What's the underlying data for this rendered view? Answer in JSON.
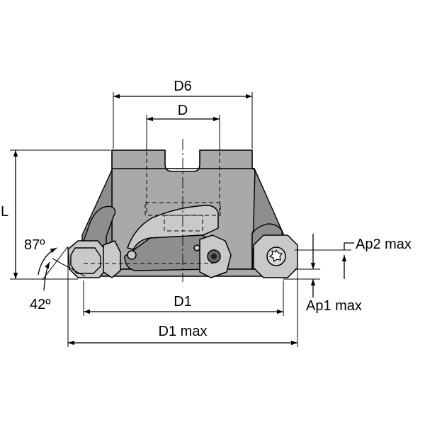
{
  "labels": {
    "d6": "D6",
    "d": "D",
    "l": "L",
    "angle_87": "87º",
    "angle_42": "42º",
    "d1": "D1",
    "d1_max": "D1 max",
    "ap2_max": "Ap2 max",
    "ap1_max": "Ap1 max"
  }
}
